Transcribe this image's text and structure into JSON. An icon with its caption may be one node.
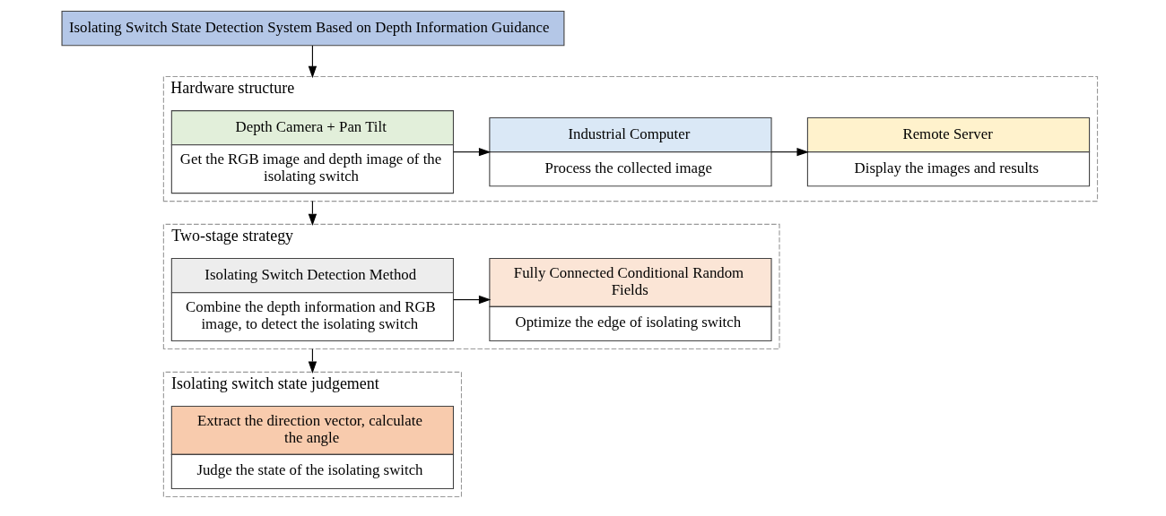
{
  "diagram": {
    "nodes": [
      {
        "text": [
          "Isolating Switch State Detection System Based on Depth Information Guidance"
        ]
      },
      {
        "text": [
          "Hardware structure"
        ]
      },
      {
        "text": [
          "Depth Camera + Pan Tilt",
          "Get the RGB image and depth image of the isolating switch"
        ],
        "in": 1
      },
      {
        "text": [
          "Industrial Computer",
          "Process the collected image"
        ],
        "in": 1
      },
      {
        "text": [
          "Remote Server",
          "Display the images and results"
        ],
        "in": 1
      },
      {
        "text": [
          "Two-stage strategy"
        ]
      },
      {
        "text": [
          "Isolating Switch Detection Method",
          "Combine the depth information and RGB image, to detect the isolating switch"
        ],
        "in": 5
      },
      {
        "text": [
          "Fully Connected Conditional Random Fields",
          "Optimize the edge of isolating switch"
        ],
        "in": 5
      },
      {
        "text": [
          "Isolating switch state judgement"
        ]
      },
      {
        "text": [
          "Extract the direction vector, calculate the angle",
          "Judge the state of the isolating switch"
        ],
        "in": 8
      }
    ],
    "edges": [
      {
        "from": 0,
        "to": 1,
        "arrow": "to"
      },
      {
        "from": 2,
        "to": 3,
        "arrow": "to"
      },
      {
        "from": 3,
        "to": 4,
        "arrow": "to"
      },
      {
        "from": 1,
        "to": 5,
        "arrow": "to"
      },
      {
        "from": 6,
        "to": 7,
        "arrow": "to"
      },
      {
        "from": 5,
        "to": 8,
        "arrow": "to"
      }
    ]
  }
}
